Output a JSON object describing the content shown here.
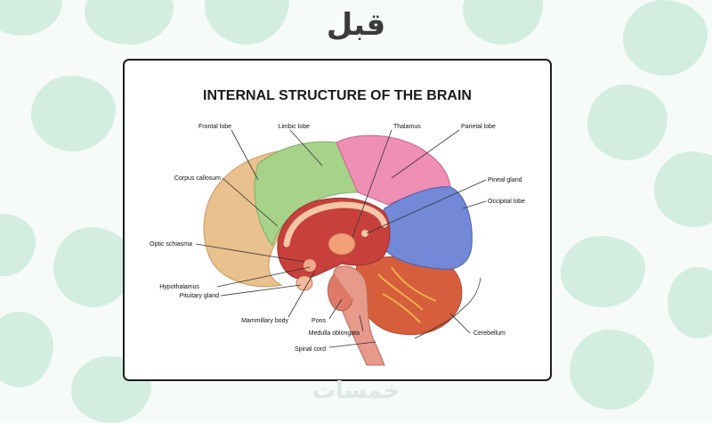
{
  "page": {
    "heading": "قبل",
    "watermark": "خمسات"
  },
  "diagram": {
    "title": "INTERNAL STRUCTURE OF THE BRAIN",
    "labels": {
      "frontal_lobe": "Frontal lobe",
      "limbic_lobe": "Limbic lobe",
      "thalamus": "Thalamus",
      "parietal_lobe": "Parietal lobe",
      "corpus_callosum": "Corpus callosum",
      "pineal_gland": "Pineal gland",
      "occipital_lobe": "Occipital lobe",
      "optic_chiasma": "Optic schiasma",
      "hypothalamus": "Hypothalamus",
      "pituitary_gland": "Pituitary gland",
      "mammillary_body": "Mammillary body",
      "pons": "Pons",
      "medulla_oblongata": "Medulla oblongata",
      "cerebellum": "Cerebellum",
      "spinal_cord": "Spinal cord"
    },
    "colors": {
      "frontal": "#e9c18e",
      "limbic": "#a6d28a",
      "parietal": "#ef8fb3",
      "occipital": "#7389d8",
      "inner": "#c8403b",
      "cerebellum": "#d65e3c",
      "stem": "#e79a8a"
    }
  }
}
